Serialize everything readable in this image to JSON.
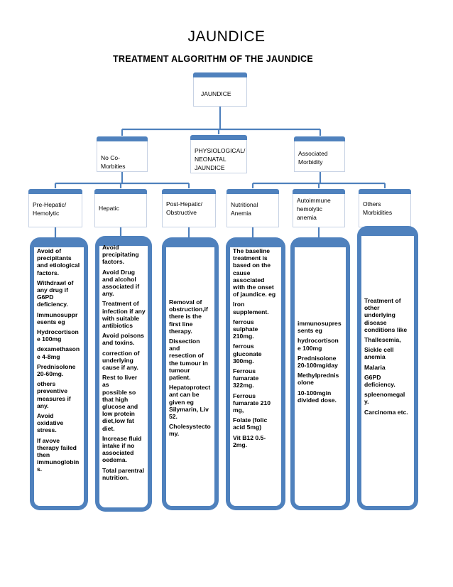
{
  "title": "JAUNDICE",
  "subtitle": "TREATMENT  ALGORITHM OF THE JAUNDICE",
  "root": {
    "label": "JAUNDICE"
  },
  "level2": [
    {
      "lines": [
        "No Co-Morbities"
      ]
    },
    {
      "lines": [
        "PHYSIOLOGICAL/",
        "NEONATAL",
        "JAUNDICE"
      ]
    },
    {
      "lines": [
        "Associated",
        "Morbidity"
      ]
    }
  ],
  "level3": [
    {
      "lines": [
        "Pre-Hepatic/",
        "Hemolytic"
      ]
    },
    {
      "lines": [
        "Hepatic"
      ]
    },
    {
      "lines": [
        "Post-Hepatic/",
        "Obstructive"
      ]
    },
    {
      "lines": [
        "Nutritional",
        "Anemia"
      ]
    },
    {
      "lines": [
        "Autoimmune",
        "hemolytic",
        "anemia"
      ]
    },
    {
      "lines": [
        "Others",
        "Morbidities"
      ]
    }
  ],
  "treatments": [
    {
      "paras": [
        [
          "Avoid of",
          "precipitants",
          "and etiological",
          "factors."
        ],
        [
          "Withdrawl of",
          "any drug if",
          "G6PD",
          "deficiency."
        ],
        [
          "Immunosuppr",
          "esents eg"
        ],
        [
          "Hydrocortison",
          "e 100mg"
        ],
        [
          "dexamethason",
          "e 4-8mg"
        ],
        [
          "Prednisolone",
          "20-60mg."
        ],
        [
          "others",
          "preventive",
          "measures if",
          "any."
        ],
        [
          "Avoid",
          "oxidative",
          "stress."
        ],
        [
          "If avove",
          "therapy failed",
          "then",
          "immunoglobin",
          "s."
        ]
      ]
    },
    {
      "paras": [
        [
          "Avoid",
          "precipitating",
          "factors."
        ],
        [
          "Avoid Drug",
          "and alcohol",
          "associated  if",
          "any."
        ],
        [
          "Treatment of",
          "infection if any",
          "with suitable",
          "antibiotics"
        ],
        [
          "Avoid poisons",
          "and toxins."
        ],
        [
          "correction of",
          "underlying",
          "cause if any."
        ],
        [
          "Rest to liver as",
          "possible so",
          "that high",
          "glucose and",
          "low protein",
          "diet,low fat",
          "diet."
        ],
        [
          "Increase fluid",
          "intake if no",
          "associated",
          "oedema."
        ],
        [
          "Total parentral",
          "nutrition."
        ]
      ]
    },
    {
      "paras": [
        [
          "Removal of",
          "obstruction,if",
          "there is the",
          "first line",
          "therapy."
        ],
        [
          "Dissection and",
          "resection of",
          "the tumour in",
          "tumour",
          "patient."
        ],
        [
          "Hepatoprotect",
          "ant can  be",
          "given eg",
          "Silymarin, Liv",
          "52."
        ],
        [
          "Cholesystecto",
          "my."
        ]
      ]
    },
    {
      "paras": [
        [
          "The baseline",
          "treatment is",
          "based on the",
          "cause",
          "associated",
          "with the onset",
          "of jaundice.  eg"
        ],
        [
          "Iron",
          "supplement."
        ],
        [
          "ferrous",
          "sulphate",
          "210mg."
        ],
        [
          "ferrous",
          "gluconate",
          "300mg."
        ],
        [
          "Ferrous",
          "fumarate",
          "322mg."
        ],
        [
          "Ferrous",
          "fumarate 210",
          "mg,"
        ],
        [
          "Folate (folic",
          "acid 5mg)"
        ],
        [
          "Vit B12 0.5-",
          "2mg."
        ]
      ]
    },
    {
      "paras": [
        [
          "immunosupres",
          "sents eg"
        ],
        [
          "hydrocortison",
          "e 100mg"
        ],
        [
          "Prednisolone",
          "20-100mg/day"
        ],
        [
          "Methylprednis",
          "olone"
        ],
        [
          "10-100mgin",
          "divided dose."
        ]
      ]
    },
    {
      "paras": [
        [
          "Treatment of",
          "other",
          "underlying",
          "disease",
          "conditions like"
        ],
        [
          "Thallesemia,"
        ],
        [
          "Sickle cell",
          "anemia"
        ],
        [
          "Malaria"
        ],
        [
          "G6PD",
          "deficiency."
        ],
        [
          "spleenomegal",
          "y."
        ],
        [
          "Carcinoma etc."
        ]
      ]
    }
  ],
  "colors": {
    "accent": "#4f81bd",
    "line": "#4f81bd",
    "box_border": "#c7d2e4"
  }
}
